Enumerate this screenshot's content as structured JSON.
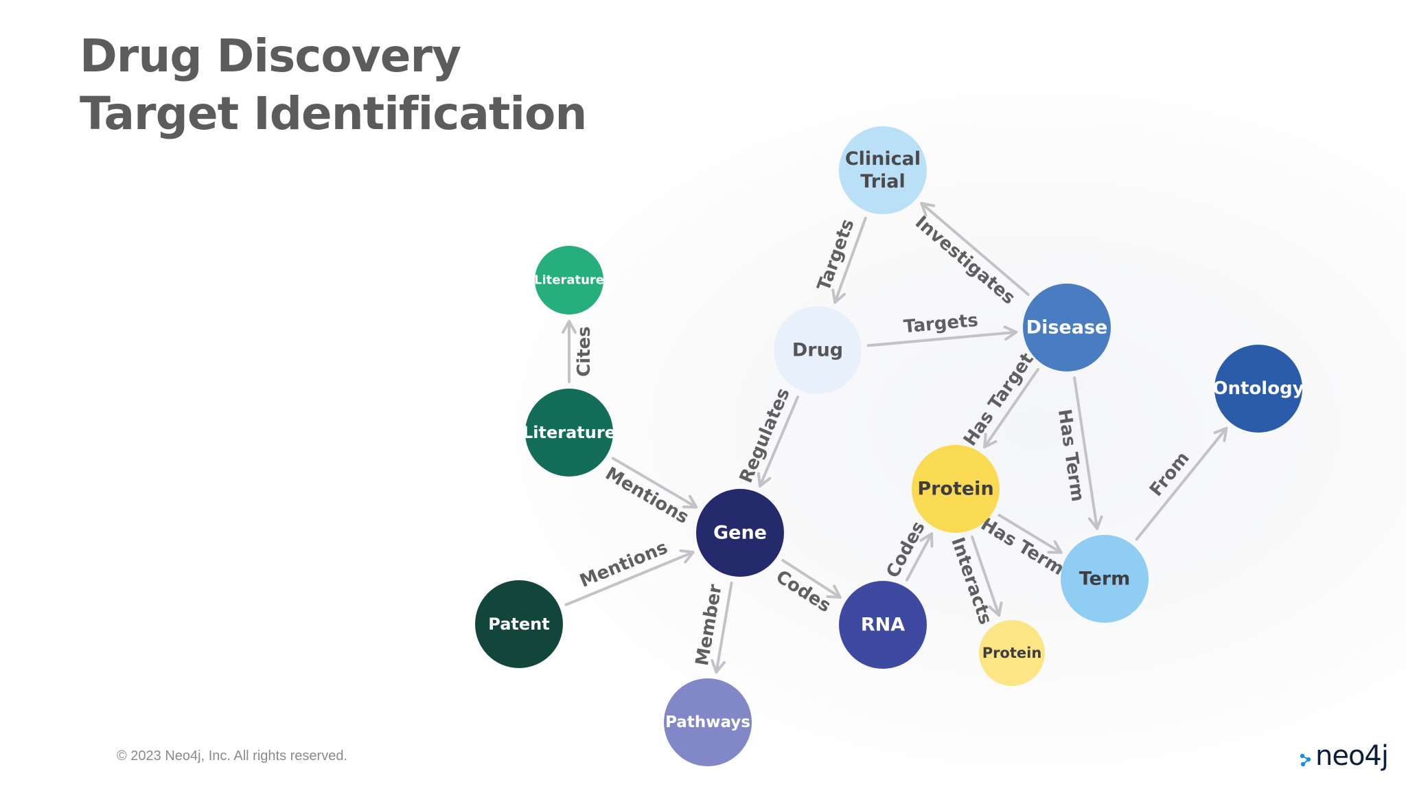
{
  "title": {
    "line1": "Drug Discovery",
    "line2": "Target Identification"
  },
  "footer": {
    "copyright": "© 2023 Neo4j, Inc. All rights reserved."
  },
  "logo": {
    "text": "neo4j",
    "icon": "neo4j-dots-icon"
  },
  "colors": {
    "title": "#5c5c5e",
    "edge": "#c3c3c7",
    "edge_label": "#5f5f61"
  },
  "diagram": {
    "nodes": [
      {
        "id": "clinical_trial",
        "lines": [
          "Clinical",
          "Trial"
        ],
        "color": "#b9e0f7",
        "text_color": "#4a4a4c"
      },
      {
        "id": "drug",
        "lines": [
          "Drug"
        ],
        "color": "#e8f1fb",
        "text_color": "#555557"
      },
      {
        "id": "disease",
        "lines": [
          "Disease"
        ],
        "color": "#4a7cc2",
        "text_color": "#ffffff"
      },
      {
        "id": "literature_top",
        "lines": [
          "Literature"
        ],
        "color": "#26ae7d",
        "text_color": "#ffffff"
      },
      {
        "id": "literature",
        "lines": [
          "Literature"
        ],
        "color": "#136d58",
        "text_color": "#ffffff"
      },
      {
        "id": "ontology",
        "lines": [
          "Ontology"
        ],
        "color": "#2a5caa",
        "text_color": "#ffffff"
      },
      {
        "id": "protein",
        "lines": [
          "Protein"
        ],
        "color": "#fad953",
        "text_color": "#3e3e40"
      },
      {
        "id": "gene",
        "lines": [
          "Gene"
        ],
        "color": "#252a6d",
        "text_color": "#ffffff"
      },
      {
        "id": "term",
        "lines": [
          "Term"
        ],
        "color": "#8fcdf2",
        "text_color": "#3e3e40"
      },
      {
        "id": "patent",
        "lines": [
          "Patent"
        ],
        "color": "#12463b",
        "text_color": "#ffffff"
      },
      {
        "id": "rna",
        "lines": [
          "RNA"
        ],
        "color": "#3e4aa0",
        "text_color": "#ffffff"
      },
      {
        "id": "protein_small",
        "lines": [
          "Protein"
        ],
        "color": "#fbe584",
        "text_color": "#3e3e40"
      },
      {
        "id": "pathways",
        "lines": [
          "Pathways"
        ],
        "color": "#8187c7",
        "text_color": "#ffffff"
      }
    ],
    "edges": [
      {
        "from": "clinical_trial",
        "to": "drug",
        "label": "Targets"
      },
      {
        "from": "disease",
        "to": "clinical_trial",
        "label": "Investigates"
      },
      {
        "from": "drug",
        "to": "disease",
        "label": "Targets"
      },
      {
        "from": "drug",
        "to": "gene",
        "label": "Regulates"
      },
      {
        "from": "disease",
        "to": "protein",
        "label": "Has Target"
      },
      {
        "from": "disease",
        "to": "term",
        "label": "Has Term"
      },
      {
        "from": "term",
        "to": "ontology",
        "label": "From"
      },
      {
        "from": "literature",
        "to": "literature_top",
        "label": "Cites"
      },
      {
        "from": "literature",
        "to": "gene",
        "label": "Mentions"
      },
      {
        "from": "patent",
        "to": "gene",
        "label": "Mentions"
      },
      {
        "from": "gene",
        "to": "rna",
        "label": "Codes"
      },
      {
        "from": "gene",
        "to": "pathways",
        "label": "Member"
      },
      {
        "from": "rna",
        "to": "protein",
        "label": "Codes"
      },
      {
        "from": "protein",
        "to": "term",
        "label": "Has Term"
      },
      {
        "from": "protein",
        "to": "protein_small",
        "label": "Interacts"
      }
    ]
  }
}
